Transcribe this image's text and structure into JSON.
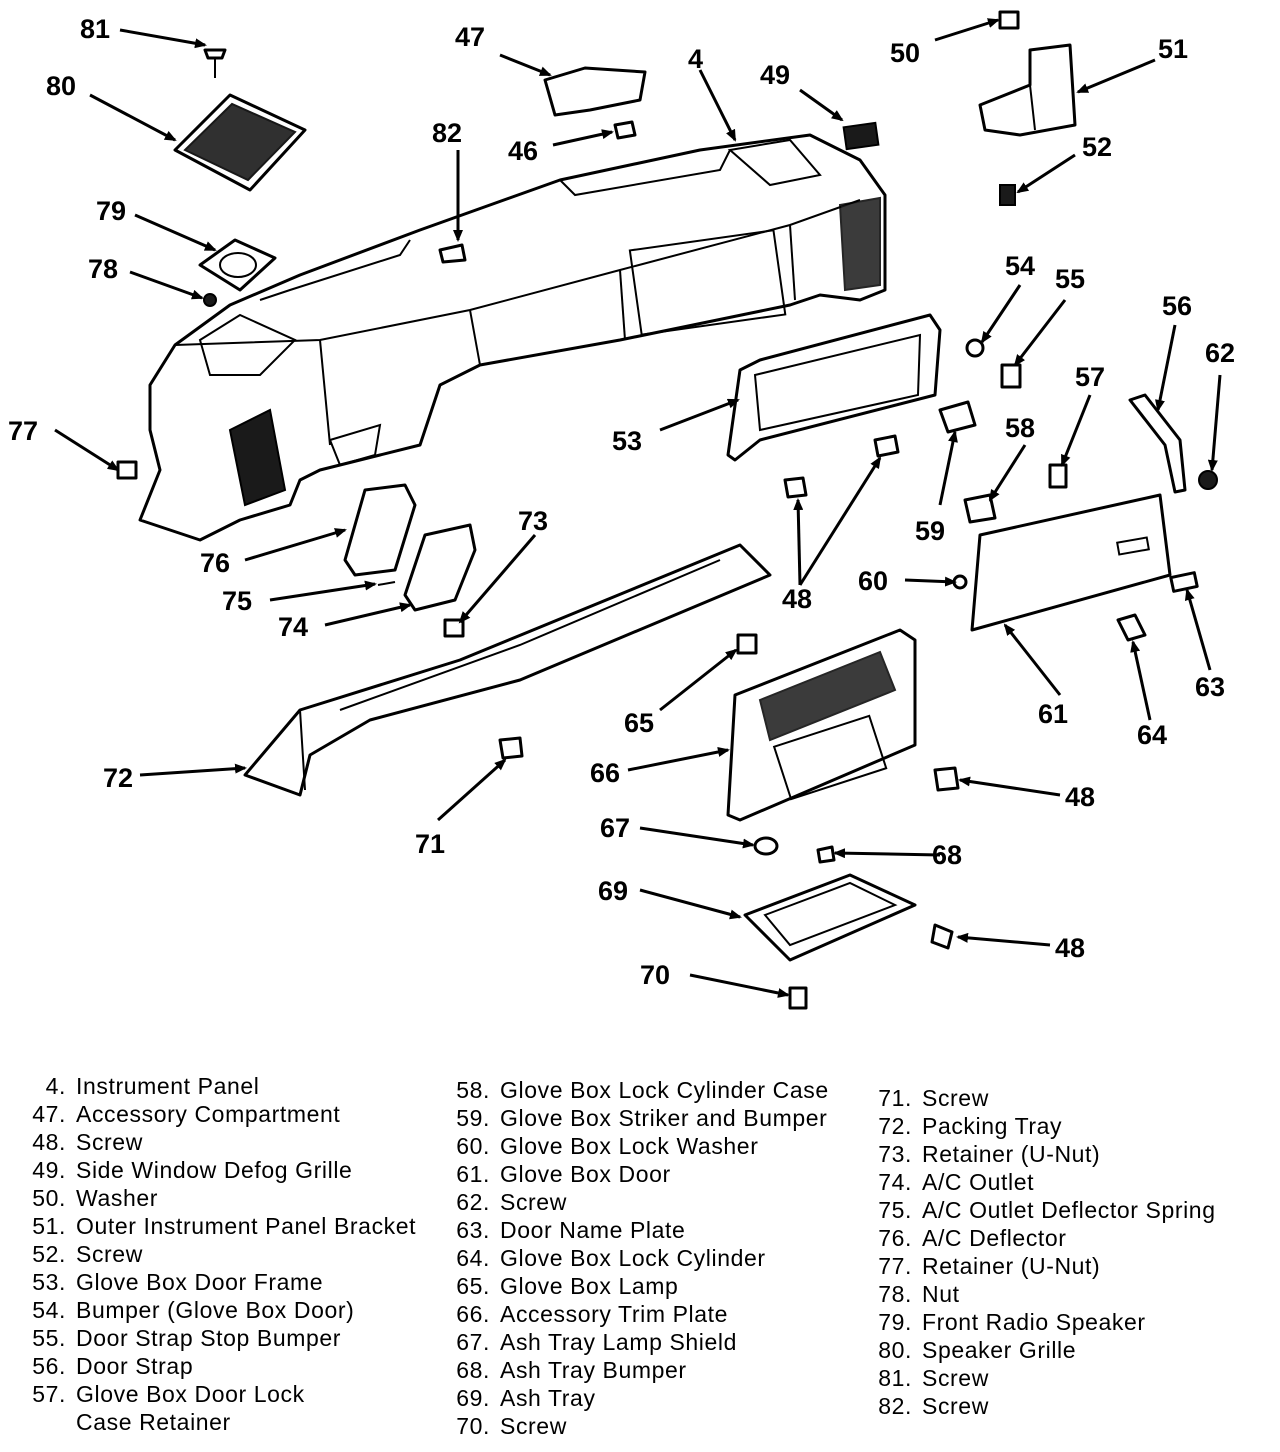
{
  "callouts": {
    "c81": "81",
    "c80": "80",
    "c47": "47",
    "c46": "46",
    "c4": "4",
    "c49": "49",
    "c82": "82",
    "c50": "50",
    "c51": "51",
    "c52": "52",
    "c79": "79",
    "c78": "78",
    "c54": "54",
    "c55": "55",
    "c56": "56",
    "c62": "62",
    "c57": "57",
    "c77": "77",
    "c53": "53",
    "c58": "58",
    "c59": "59",
    "c73": "73",
    "c76": "76",
    "c75": "75",
    "c74": "74",
    "c60": "60",
    "c48a": "48",
    "c63": "63",
    "c61": "61",
    "c64": "64",
    "c65": "65",
    "c66": "66",
    "c72": "72",
    "c48b": "48",
    "c71": "71",
    "c67": "67",
    "c68": "68",
    "c69": "69",
    "c48c": "48",
    "c70": "70"
  },
  "legend": {
    "col1": [
      {
        "num": "4.",
        "name": "Instrument Panel"
      },
      {
        "num": "47.",
        "name": "Accessory Compartment"
      },
      {
        "num": "48.",
        "name": "Screw"
      },
      {
        "num": "49.",
        "name": "Side Window Defog Grille"
      },
      {
        "num": "50.",
        "name": "Washer"
      },
      {
        "num": "51.",
        "name": "Outer Instrument Panel Bracket"
      },
      {
        "num": "52.",
        "name": "Screw"
      },
      {
        "num": "53.",
        "name": "Glove Box Door Frame"
      },
      {
        "num": "54.",
        "name": "Bumper (Glove Box Door)"
      },
      {
        "num": "55.",
        "name": "Door Strap Stop Bumper"
      },
      {
        "num": "56.",
        "name": "Door Strap"
      },
      {
        "num": "57.",
        "name": "Glove Box Door Lock"
      },
      {
        "num": "",
        "name": "Case Retainer"
      }
    ],
    "col2": [
      {
        "num": "58.",
        "name": "Glove Box Lock Cylinder Case"
      },
      {
        "num": "59.",
        "name": "Glove Box Striker and Bumper"
      },
      {
        "num": "60.",
        "name": "Glove Box Lock Washer"
      },
      {
        "num": "61.",
        "name": "Glove Box Door"
      },
      {
        "num": "62.",
        "name": "Screw"
      },
      {
        "num": "63.",
        "name": "Door Name Plate"
      },
      {
        "num": "64.",
        "name": "Glove Box Lock Cylinder"
      },
      {
        "num": "65.",
        "name": "Glove Box Lamp"
      },
      {
        "num": "66.",
        "name": "Accessory Trim Plate"
      },
      {
        "num": "67.",
        "name": "Ash Tray Lamp Shield"
      },
      {
        "num": "68.",
        "name": "Ash Tray Bumper"
      },
      {
        "num": "69.",
        "name": "Ash Tray"
      },
      {
        "num": "70.",
        "name": "Screw"
      }
    ],
    "col3": [
      {
        "num": "71.",
        "name": "Screw"
      },
      {
        "num": "72.",
        "name": "Packing Tray"
      },
      {
        "num": "73.",
        "name": "Retainer (U-Nut)"
      },
      {
        "num": "74.",
        "name": "A/C Outlet"
      },
      {
        "num": "75.",
        "name": "A/C Outlet Deflector Spring"
      },
      {
        "num": "76.",
        "name": "A/C Deflector"
      },
      {
        "num": "77.",
        "name": "Retainer (U-Nut)"
      },
      {
        "num": "78.",
        "name": "Nut"
      },
      {
        "num": "79.",
        "name": "Front Radio Speaker"
      },
      {
        "num": "80.",
        "name": "Speaker Grille"
      },
      {
        "num": "81.",
        "name": "Screw"
      },
      {
        "num": "82.",
        "name": "Screw"
      }
    ]
  }
}
